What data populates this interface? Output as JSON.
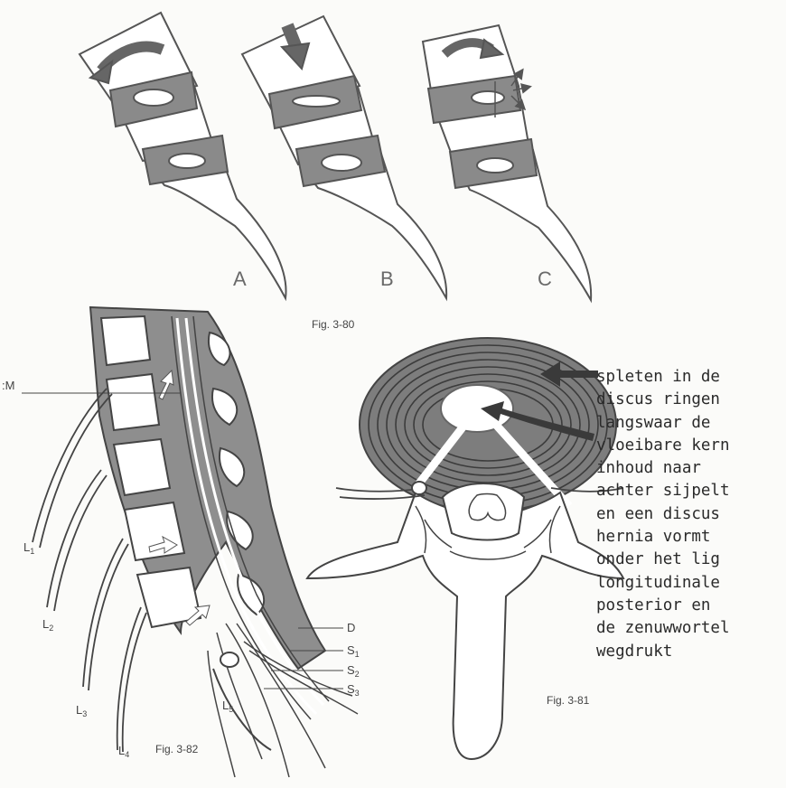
{
  "fig380": {
    "caption": "Fig. 3-80",
    "panels": [
      {
        "label": "A"
      },
      {
        "label": "B"
      },
      {
        "label": "C"
      }
    ]
  },
  "fig381": {
    "caption": "Fig. 3-81",
    "annotation_lines": [
      "spleten in de",
      "discus ringen",
      "langswaar de",
      "vloeibare kern",
      "inhoud naar",
      "achter sijpelt",
      "en een discus",
      "hernia vormt",
      "onder het lig",
      "longitudinale",
      "posterior en",
      "de zenuwwortel",
      "wegdrukt"
    ]
  },
  "fig382": {
    "caption": "Fig. 3-82",
    "labels": {
      "m": ":M",
      "d": "D",
      "l1": "L",
      "l1_sub": "1",
      "l2": "L",
      "l2_sub": "2",
      "l3": "L",
      "l3_sub": "3",
      "l4": "L",
      "l4_sub": "4",
      "l5": "L",
      "l5_sub": "5",
      "s1": "S",
      "s1_sub": "1",
      "s2": "S",
      "s2_sub": "2",
      "s3": "S",
      "s3_sub": "3"
    }
  }
}
